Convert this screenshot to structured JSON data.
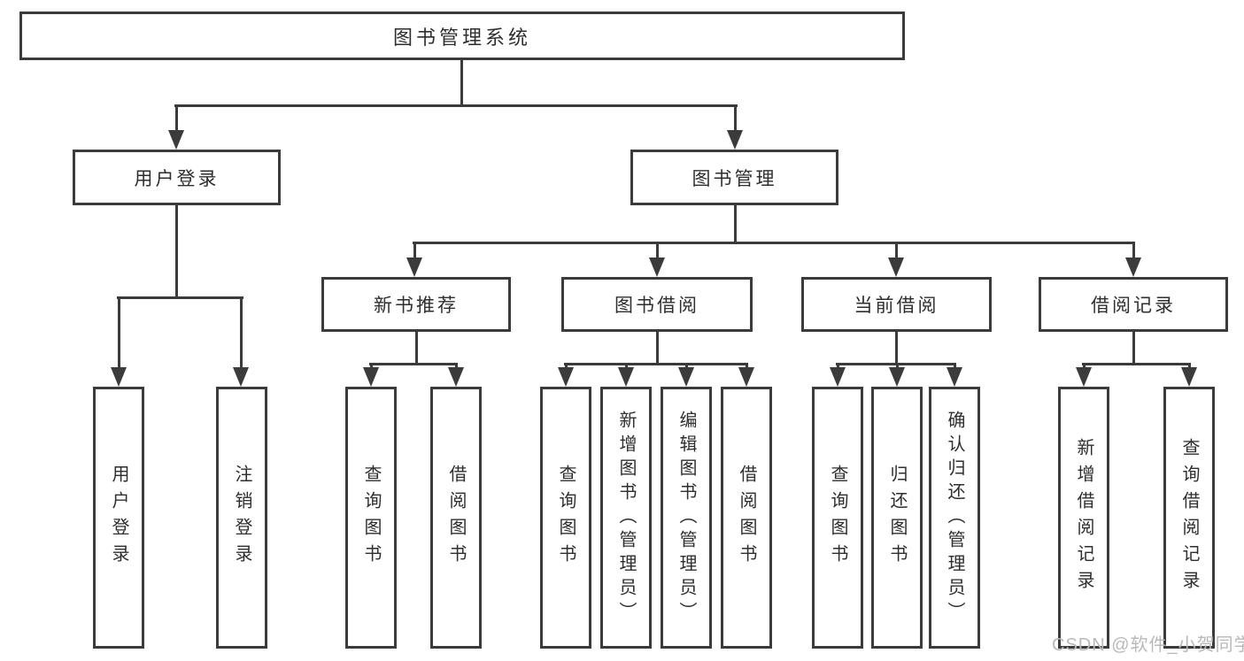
{
  "diagram": {
    "title": "图书管理系统",
    "tree": {
      "label": "图书管理系统",
      "children": [
        {
          "label": "用户登录",
          "children": [
            {
              "label": "用户登录"
            },
            {
              "label": "注销登录"
            }
          ]
        },
        {
          "label": "图书管理",
          "children": [
            {
              "label": "新书推荐",
              "children": [
                {
                  "label": "查询图书"
                },
                {
                  "label": "借阅图书"
                }
              ]
            },
            {
              "label": "图书借阅",
              "children": [
                {
                  "label": "查询图书"
                },
                {
                  "label": "新增图书（管理员）"
                },
                {
                  "label": "编辑图书（管理员）"
                },
                {
                  "label": "借阅图书"
                }
              ]
            },
            {
              "label": "当前借阅",
              "children": [
                {
                  "label": "查询图书"
                },
                {
                  "label": "归还图书"
                },
                {
                  "label": "确认归还（管理员）"
                }
              ]
            },
            {
              "label": "借阅记录",
              "children": [
                {
                  "label": "新增借阅记录"
                },
                {
                  "label": "查询借阅记录"
                }
              ]
            }
          ]
        }
      ]
    },
    "colors": {
      "line": "#3b3b3b",
      "text": "#2e2e2e",
      "watermark": "#b9b9b9"
    },
    "watermark": "CSDN @软件_小贺同学"
  }
}
